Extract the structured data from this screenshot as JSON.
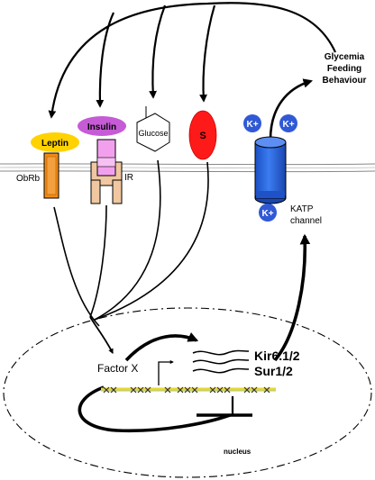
{
  "outputs": {
    "line1": "Glycemia",
    "line2": "Feeding",
    "line3": "Behaviour"
  },
  "ligands": {
    "leptin": "Leptin",
    "insulin": "Insulin",
    "glucose": "Glucose",
    "s": "S"
  },
  "receptors": {
    "obrb": "ObRb",
    "ir": "IR"
  },
  "channel": {
    "line1": "KATP",
    "line2": "channel",
    "ion": "K+"
  },
  "nucleus": {
    "factor": "Factor X",
    "gene1": "Kir6.1/2",
    "gene2": "Sur1/2",
    "label": "nucleus"
  },
  "colors": {
    "leptin": "#ffd200",
    "insulin": "#c65bd6",
    "obrb": "#f28a12",
    "ir_inner": "#f2a0ee",
    "ir_outer": "#f0c7a0",
    "s": "#ff1a1a",
    "channel": "#2d67e0",
    "ion": "#3059d6",
    "dna": "#e8d630"
  }
}
